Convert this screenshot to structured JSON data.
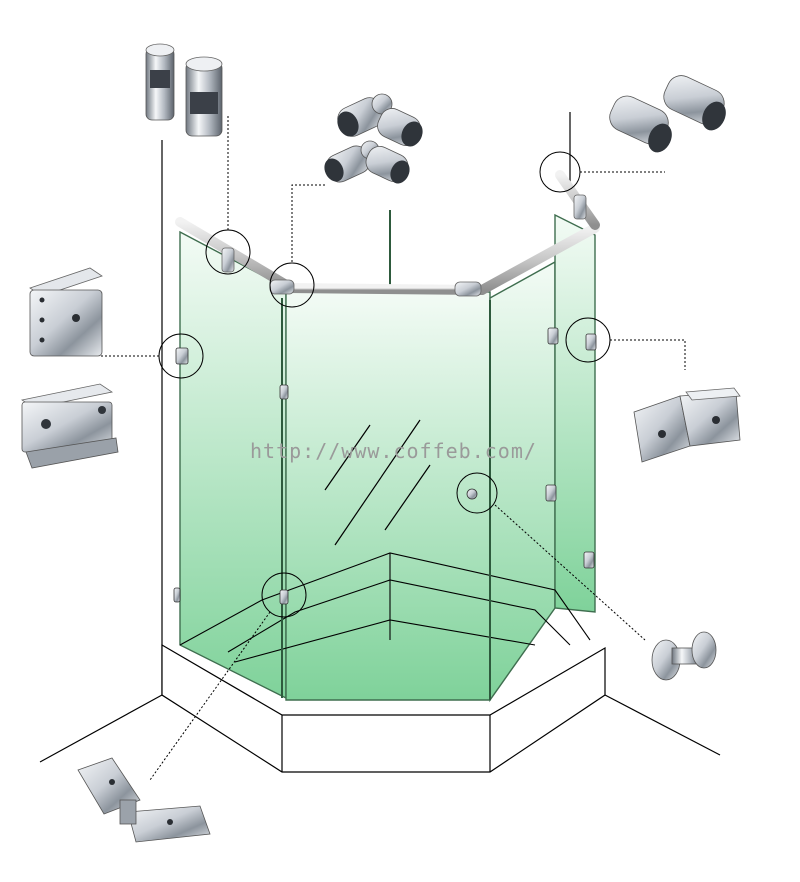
{
  "watermark": {
    "text": "http://www.coffeb.com/",
    "color": "#9a9a9a"
  },
  "colors": {
    "glass_top": "#f3fbf5",
    "glass_bottom": "#7fd29a",
    "glass_edge": "#4f8a62",
    "tray": "#ffffff",
    "line": "#000000",
    "steel_light": "#f2f4f6",
    "steel_mid": "#b8bec6",
    "steel_dark": "#5e6670"
  },
  "parts": [
    {
      "name": "glass-clamp-fitting",
      "icon": "clamp-icon"
    },
    {
      "name": "rod-connector-pair",
      "icon": "rod-connector-icon"
    },
    {
      "name": "adjustable-elbow-connector",
      "icon": "elbow-connector-icon"
    },
    {
      "name": "tube-end-sleeve",
      "icon": "tube-sleeve-icon"
    },
    {
      "name": "square-glass-clip",
      "icon": "glass-clip-icon"
    },
    {
      "name": "wall-mount-hinge",
      "icon": "hinge-icon"
    },
    {
      "name": "angled-glass-clamp",
      "icon": "angle-clamp-icon"
    },
    {
      "name": "door-knob",
      "icon": "knob-icon"
    },
    {
      "name": "glass-to-glass-hinge",
      "icon": "hinge-135-icon"
    }
  ]
}
